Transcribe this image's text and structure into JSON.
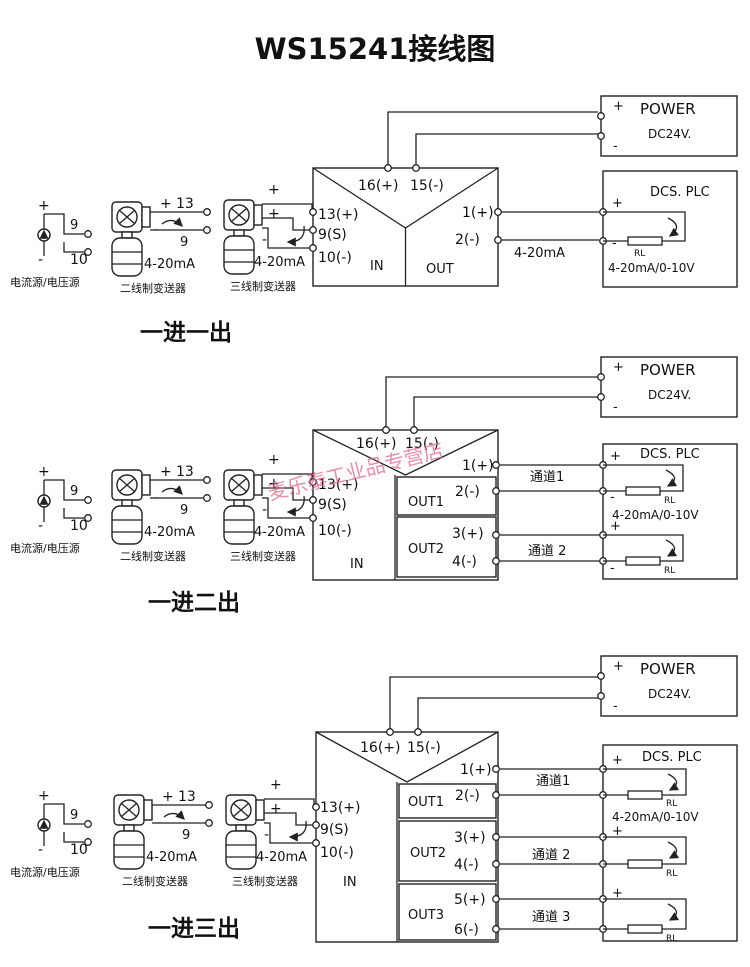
{
  "title": "WS15241接线图",
  "watermark": "麦乐泰工业品专营店",
  "labels": {
    "power": "POWER",
    "dc24v": "DC24V.",
    "dcs_plc": "DCS. PLC",
    "plus": "+",
    "minus": "-",
    "rl": "RL",
    "out_range": "4-20mA/0-10V",
    "ma": "4-20mA",
    "source": "电流源/电压源",
    "two_wire": "二线制变送器",
    "three_wire": "三线制变送器",
    "t16": "16(+)",
    "t15": "15(-)",
    "t13": "13(+)",
    "t9s": "9(S)",
    "t10": "10(-)",
    "n13": "13",
    "n9": "9",
    "n10": "10",
    "t1": "1(+)",
    "t2": "2(-)",
    "t3": "3(+)",
    "t4": "4(-)",
    "t5": "5(+)",
    "t6": "6(-)",
    "in": "IN",
    "out": "OUT",
    "out1": "OUT1",
    "out2": "OUT2",
    "out3": "OUT3",
    "ch1": "通道1",
    "ch2": "通道 2",
    "ch3": "通道 3"
  },
  "sections": [
    {
      "caption": "一进一出"
    },
    {
      "caption": "一进二出"
    },
    {
      "caption": "一进三出"
    }
  ]
}
